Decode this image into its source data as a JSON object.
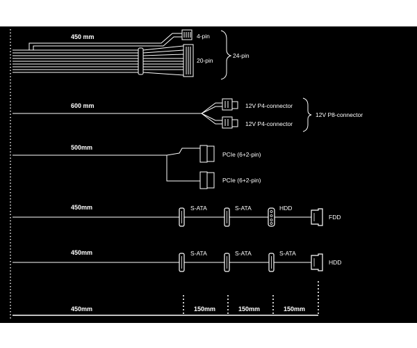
{
  "cables": {
    "atx": {
      "length": "450 mm",
      "pin4": "4-pin",
      "pin20": "20-pin",
      "pin24": "24-pin"
    },
    "cpu": {
      "length": "600 mm",
      "p4_top": "12V P4-connector",
      "p4_bottom": "12V P4-connector",
      "p8": "12V P8-connector"
    },
    "pcie": {
      "length": "500mm",
      "top": "PCIe (6+2-pin)",
      "bottom": "PCIe (6+2-pin)"
    },
    "sata_fdd": {
      "length": "450mm",
      "c1": "S-ATA",
      "c2": "S-ATA",
      "c3": "HDD",
      "end": "FDD"
    },
    "sata_hdd": {
      "length": "450mm",
      "c1": "S-ATA",
      "c2": "S-ATA",
      "c3": "S-ATA",
      "end": "HDD"
    }
  },
  "scale": {
    "first": "450mm",
    "second": "150mm",
    "third": "150mm",
    "fourth": "150mm"
  },
  "colors": {
    "background": "#000000",
    "line": "#ffffff"
  }
}
